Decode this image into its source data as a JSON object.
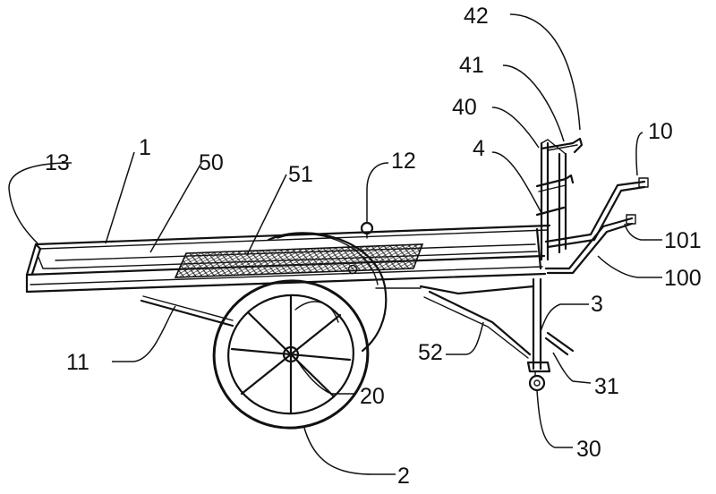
{
  "labels": {
    "l1": "1",
    "l2": "2",
    "l3": "3",
    "l4": "4",
    "l10": "10",
    "l11": "11",
    "l12": "12",
    "l13": "13",
    "l20": "20",
    "l30": "30",
    "l31": "31",
    "l40": "40",
    "l41": "41",
    "l42": "42",
    "l50": "50",
    "l51": "51",
    "l52": "52",
    "l100": "100",
    "l101": "101"
  }
}
